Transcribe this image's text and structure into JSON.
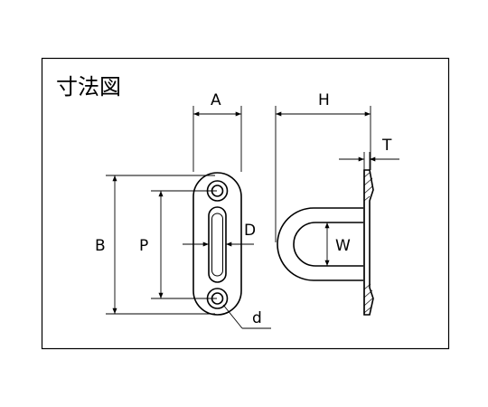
{
  "title": "寸法図",
  "labels": {
    "A": "A",
    "H": "H",
    "T": "T",
    "B": "B",
    "P": "P",
    "D": "D",
    "W": "W",
    "d": "d"
  },
  "colors": {
    "background": "#ffffff",
    "line": "#000000"
  }
}
